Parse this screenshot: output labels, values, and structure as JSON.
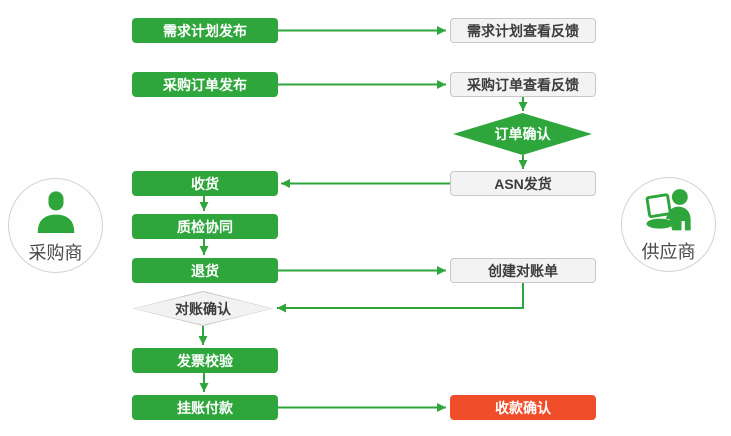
{
  "palette": {
    "green": "#2EA63B",
    "red": "#F04E2B",
    "gray_fill": "#F3F3F3",
    "gray_border": "#C8C8C8",
    "text_dark": "#3C3C3C"
  },
  "actors": {
    "buyer": {
      "label": "采购商",
      "icon": "person-bust-icon"
    },
    "supplier": {
      "label": "供应商",
      "icon": "person-laptop-icon"
    }
  },
  "nodes": {
    "demand_plan_publish": {
      "label": "需求计划发布",
      "style": "green"
    },
    "demand_plan_feedback": {
      "label": "需求计划查看反馈",
      "style": "gray"
    },
    "po_publish": {
      "label": "采购订单发布",
      "style": "green"
    },
    "po_feedback": {
      "label": "采购订单查看反馈",
      "style": "gray"
    },
    "order_confirm": {
      "label": "订单确认",
      "style": "green-diamond"
    },
    "receive_goods": {
      "label": "收货",
      "style": "green"
    },
    "asn_ship": {
      "label": "ASN发货",
      "style": "gray"
    },
    "quality_check": {
      "label": "质检协同",
      "style": "green"
    },
    "return_goods": {
      "label": "退货",
      "style": "green"
    },
    "create_statement": {
      "label": "创建对账单",
      "style": "gray"
    },
    "statement_confirm": {
      "label": "对账确认",
      "style": "gray-diamond"
    },
    "invoice_verify": {
      "label": "发票校验",
      "style": "green"
    },
    "payment": {
      "label": "挂账付款",
      "style": "green"
    },
    "receipt_confirm": {
      "label": "收款确认",
      "style": "red"
    }
  },
  "edges": [
    {
      "from": "demand_plan_publish",
      "to": "demand_plan_feedback"
    },
    {
      "from": "po_publish",
      "to": "po_feedback"
    },
    {
      "from": "po_feedback",
      "to": "order_confirm"
    },
    {
      "from": "order_confirm",
      "to": "asn_ship"
    },
    {
      "from": "asn_ship",
      "to": "receive_goods"
    },
    {
      "from": "receive_goods",
      "to": "quality_check"
    },
    {
      "from": "quality_check",
      "to": "return_goods"
    },
    {
      "from": "return_goods",
      "to": "create_statement"
    },
    {
      "from": "create_statement",
      "to": "statement_confirm"
    },
    {
      "from": "statement_confirm",
      "to": "invoice_verify"
    },
    {
      "from": "invoice_verify",
      "to": "payment"
    },
    {
      "from": "payment",
      "to": "receipt_confirm"
    }
  ]
}
